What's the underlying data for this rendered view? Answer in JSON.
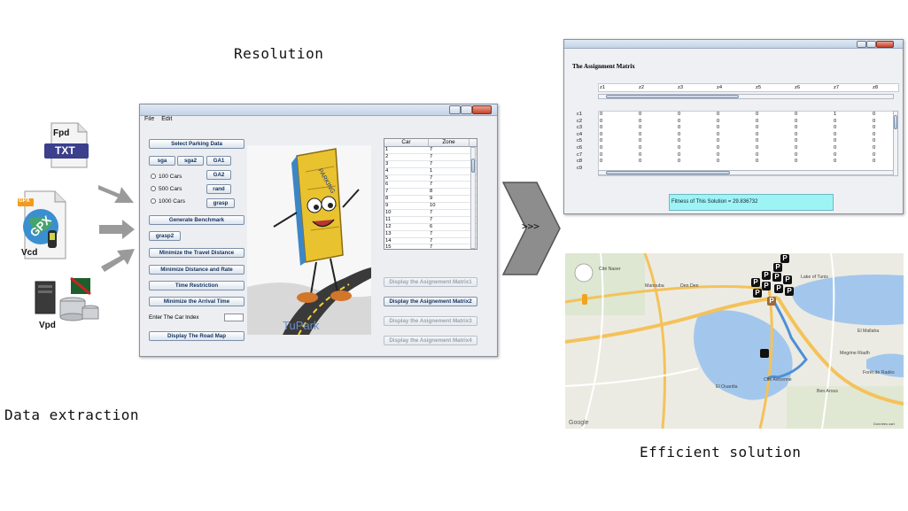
{
  "headings": {
    "resolution": "Resolution",
    "data_extraction": "Data extraction",
    "efficient_solution": "Efficient solution"
  },
  "inputs": {
    "txt": {
      "name": "Fpd",
      "badge": "TXT"
    },
    "gpx": {
      "name": "Vcd",
      "badge": "GPX",
      "tag": "GPX"
    },
    "db": {
      "name": "Vpd"
    }
  },
  "transition": {
    "label": ">>>"
  },
  "app": {
    "menu": [
      "File",
      "Edit"
    ],
    "buttons": {
      "select_parking": "Select Parking Data",
      "sga": "sga",
      "sga2": "sga2",
      "ga1": "GA1",
      "ga2": "GA2",
      "rand": "rand",
      "grasp": "grasp",
      "generate": "Generate Benchmark",
      "grasp2": "grasp2",
      "min_travel": "Minimize the Travel Distance",
      "min_dist_rate": "Minimize Distance and Rate",
      "time_restriction": "Time Restriction",
      "min_arrival": "Minimize the Arrival Time",
      "road_map": "Display The Road Map",
      "matrix1": "Display the Asignement Matrix1",
      "matrix2": "Display the Asignement Matrix2",
      "matrix3": "Display the Asignement Matrix3",
      "matrix4": "Display the Asignement Matrix4"
    },
    "radios": [
      "100 Cars",
      "500 Cars",
      "1000 Cars"
    ],
    "car_index_label": "Enter The Car Index",
    "brand": "TuPark",
    "map_sign": "PARKING",
    "table": {
      "headers": [
        "Car",
        "Zone"
      ],
      "rows": [
        [
          "1",
          "7"
        ],
        [
          "2",
          "7"
        ],
        [
          "3",
          "7"
        ],
        [
          "4",
          "1"
        ],
        [
          "5",
          "7"
        ],
        [
          "6",
          "7"
        ],
        [
          "7",
          "8"
        ],
        [
          "8",
          "9"
        ],
        [
          "9",
          "10"
        ],
        [
          "10",
          "7"
        ],
        [
          "11",
          "7"
        ],
        [
          "12",
          "6"
        ],
        [
          "13",
          "7"
        ],
        [
          "14",
          "7"
        ],
        [
          "15",
          "7"
        ]
      ]
    }
  },
  "matrix": {
    "title": "The Assignment Matrix",
    "columns": [
      "z1",
      "z2",
      "z3",
      "z4",
      "z5",
      "z6",
      "z7",
      "z8"
    ],
    "rows": [
      {
        "label": "c1",
        "values": [
          "0",
          "0",
          "0",
          "0",
          "0",
          "0",
          "1",
          "0"
        ]
      },
      {
        "label": "c2",
        "values": [
          "0",
          "0",
          "0",
          "0",
          "0",
          "0",
          "0",
          "0"
        ]
      },
      {
        "label": "c3",
        "values": [
          "0",
          "0",
          "0",
          "0",
          "0",
          "0",
          "0",
          "0"
        ]
      },
      {
        "label": "c4",
        "values": [
          "0",
          "0",
          "0",
          "0",
          "0",
          "0",
          "0",
          "0"
        ]
      },
      {
        "label": "c5",
        "values": [
          "0",
          "0",
          "0",
          "0",
          "0",
          "0",
          "0",
          "0"
        ]
      },
      {
        "label": "c6",
        "values": [
          "0",
          "0",
          "0",
          "0",
          "0",
          "0",
          "0",
          "0"
        ]
      },
      {
        "label": "c7",
        "values": [
          "0",
          "0",
          "0",
          "0",
          "0",
          "0",
          "0",
          "0"
        ]
      },
      {
        "label": "c8",
        "values": [
          "0",
          "0",
          "0",
          "0",
          "0",
          "0",
          "0",
          "0"
        ]
      },
      {
        "label": "c9",
        "values": [
          "",
          "",
          "",
          "",
          "",
          "",
          "",
          ""
        ]
      }
    ],
    "fitness": "Fitness of This Solution = 29.836732"
  },
  "map": {
    "labels": {
      "cite_naser": "Cité Naser",
      "manouba": "Manouba",
      "den_den": "Den Den",
      "lake_of_tunis": "Lake of Tunis",
      "el_mallaha": "El Mallaha",
      "cite_avicenne": "Cité Avicenne",
      "megrine_riadh": "Megrine Riadh",
      "ben_arous": "Ben Arous",
      "forest_de_rades": "Forêt de Radès",
      "ouardia": "El Ouardia",
      "google": "Google",
      "donnees": "Données cart"
    },
    "parking_pin": "P",
    "colors": {
      "water": "#a3c7ec",
      "road_major": "#f4c25a",
      "route": "#4f8fd6"
    }
  }
}
